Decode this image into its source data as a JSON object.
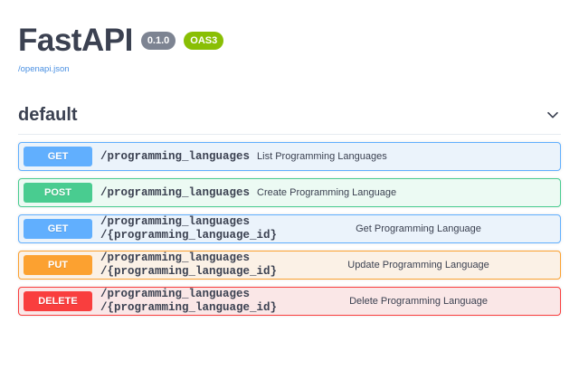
{
  "header": {
    "title": "FastAPI",
    "version_badge": "0.1.0",
    "oas_badge": "OAS3",
    "spec_link": "/openapi.json"
  },
  "tag": {
    "name": "default",
    "toggle_icon": "chevron-down-icon"
  },
  "operations": [
    {
      "method": "GET",
      "path_line1": "/programming_languages",
      "path_line2": "",
      "summary": "List Programming Languages",
      "layout": "single",
      "color": "#61affe"
    },
    {
      "method": "POST",
      "path_line1": "/programming_languages",
      "path_line2": "",
      "summary": "Create Programming Language",
      "layout": "single",
      "color": "#49cc90"
    },
    {
      "method": "GET",
      "path_line1": "/programming_languages",
      "path_line2": "/{programming_language_id}",
      "summary": "Get Programming Language",
      "layout": "wrapped",
      "color": "#61affe"
    },
    {
      "method": "PUT",
      "path_line1": "/programming_languages",
      "path_line2": "/{programming_language_id}",
      "summary": "Update Programming Language",
      "layout": "wrapped",
      "color": "#fca130"
    },
    {
      "method": "DELETE",
      "path_line1": "/programming_languages",
      "path_line2": "/{programming_language_id}",
      "summary": "Delete Programming Language",
      "layout": "wrapped",
      "color": "#f93e3e"
    }
  ],
  "colors": {
    "title": "#3b4151",
    "version_badge_bg": "#7d8492",
    "oas_badge_bg": "#89bf04",
    "link": "#4a90e2"
  }
}
